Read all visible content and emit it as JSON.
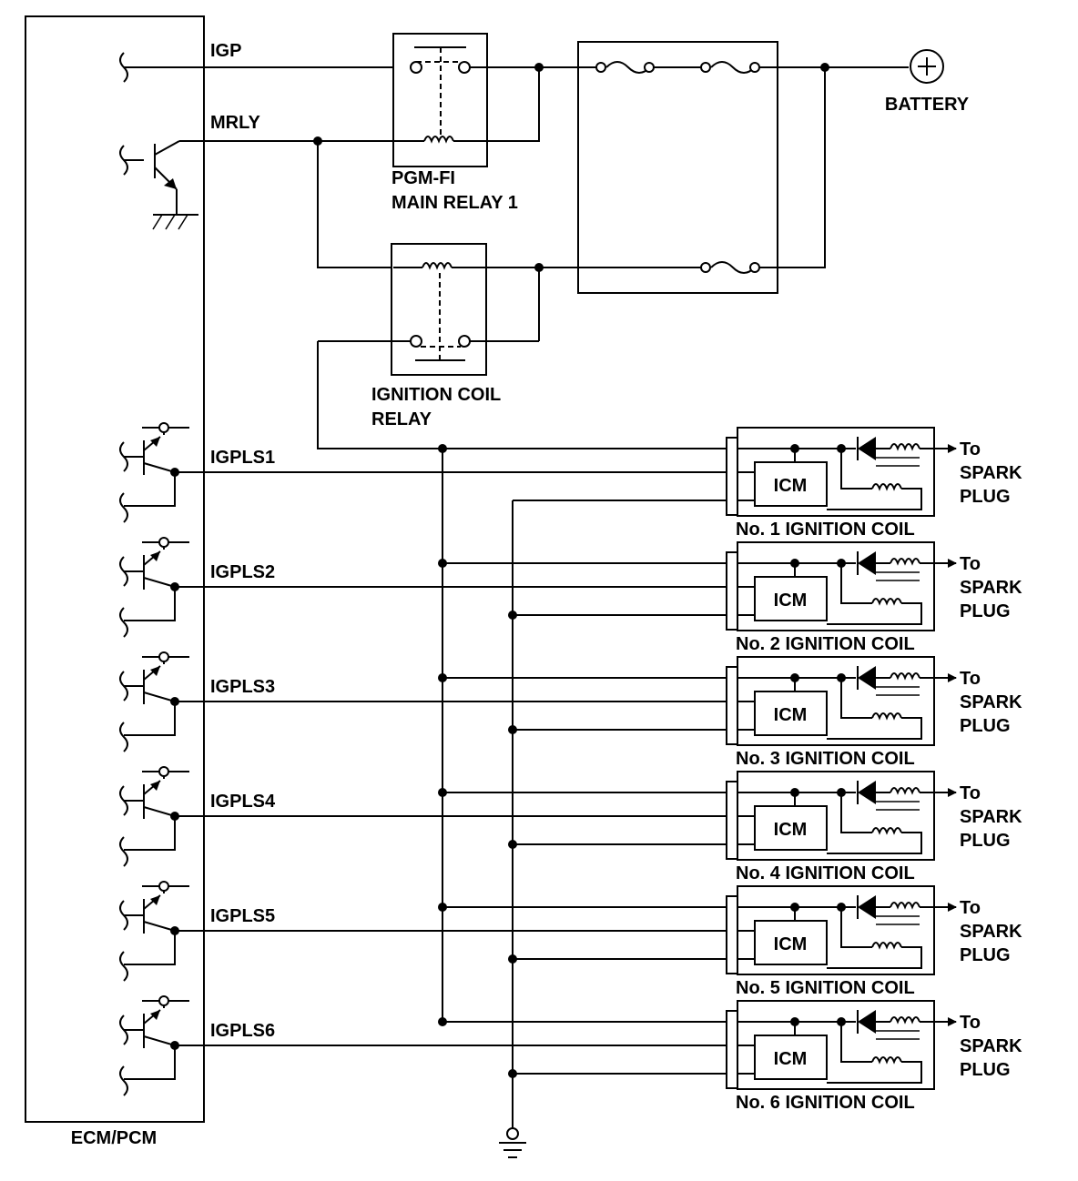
{
  "ecm": {
    "label": "ECM/PCM"
  },
  "signals": {
    "igp": "IGP",
    "mrly": "MRLY"
  },
  "main_relay": {
    "line1": "PGM-FI",
    "line2": "MAIN RELAY 1"
  },
  "ignition_relay": {
    "line1": "IGNITION COIL",
    "line2": "RELAY"
  },
  "battery": {
    "label": "BATTERY",
    "symbol": "+"
  },
  "coils": [
    {
      "signal": "IGPLS1",
      "icm": "ICM",
      "name": "No. 1 IGNITION COIL",
      "out1": "To",
      "out2": "SPARK",
      "out3": "PLUG"
    },
    {
      "signal": "IGPLS2",
      "icm": "ICM",
      "name": "No. 2 IGNITION COIL",
      "out1": "To",
      "out2": "SPARK",
      "out3": "PLUG"
    },
    {
      "signal": "IGPLS3",
      "icm": "ICM",
      "name": "No. 3 IGNITION COIL",
      "out1": "To",
      "out2": "SPARK",
      "out3": "PLUG"
    },
    {
      "signal": "IGPLS4",
      "icm": "ICM",
      "name": "No. 4 IGNITION COIL",
      "out1": "To",
      "out2": "SPARK",
      "out3": "PLUG"
    },
    {
      "signal": "IGPLS5",
      "icm": "ICM",
      "name": "No. 5 IGNITION COIL",
      "out1": "To",
      "out2": "SPARK",
      "out3": "PLUG"
    },
    {
      "signal": "IGPLS6",
      "icm": "ICM",
      "name": "No. 6 IGNITION COIL",
      "out1": "To",
      "out2": "SPARK",
      "out3": "PLUG"
    }
  ]
}
